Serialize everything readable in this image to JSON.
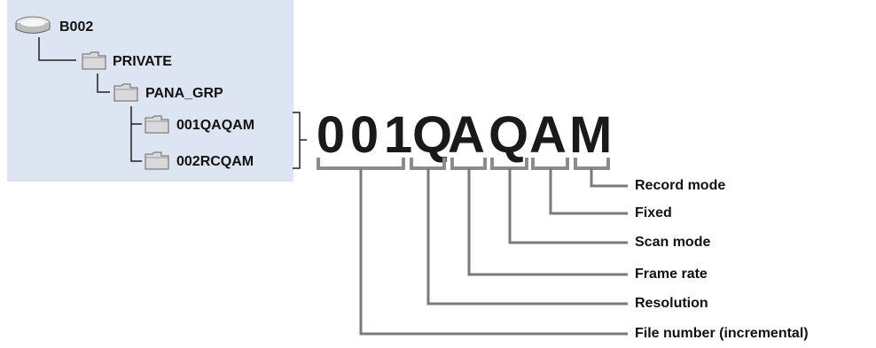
{
  "tree": {
    "drive": "B002",
    "private": "PRIVATE",
    "group": "PANA_GRP",
    "folders": [
      "001QAQAM",
      "002RCQAM"
    ]
  },
  "filename_chars": [
    "0",
    "0",
    "1",
    "Q",
    "A",
    "Q",
    "A",
    "M"
  ],
  "fields": [
    {
      "label": "Record mode"
    },
    {
      "label": "Fixed"
    },
    {
      "label": "Scan mode"
    },
    {
      "label": "Frame rate"
    },
    {
      "label": "Resolution"
    },
    {
      "label": "File number (incremental)"
    }
  ],
  "colors": {
    "panel": "#dde5f2",
    "bracket": "#8c8c8c",
    "text": "#111111"
  },
  "icons": {
    "drive": "drive-icon",
    "folder": "folder-icon"
  }
}
